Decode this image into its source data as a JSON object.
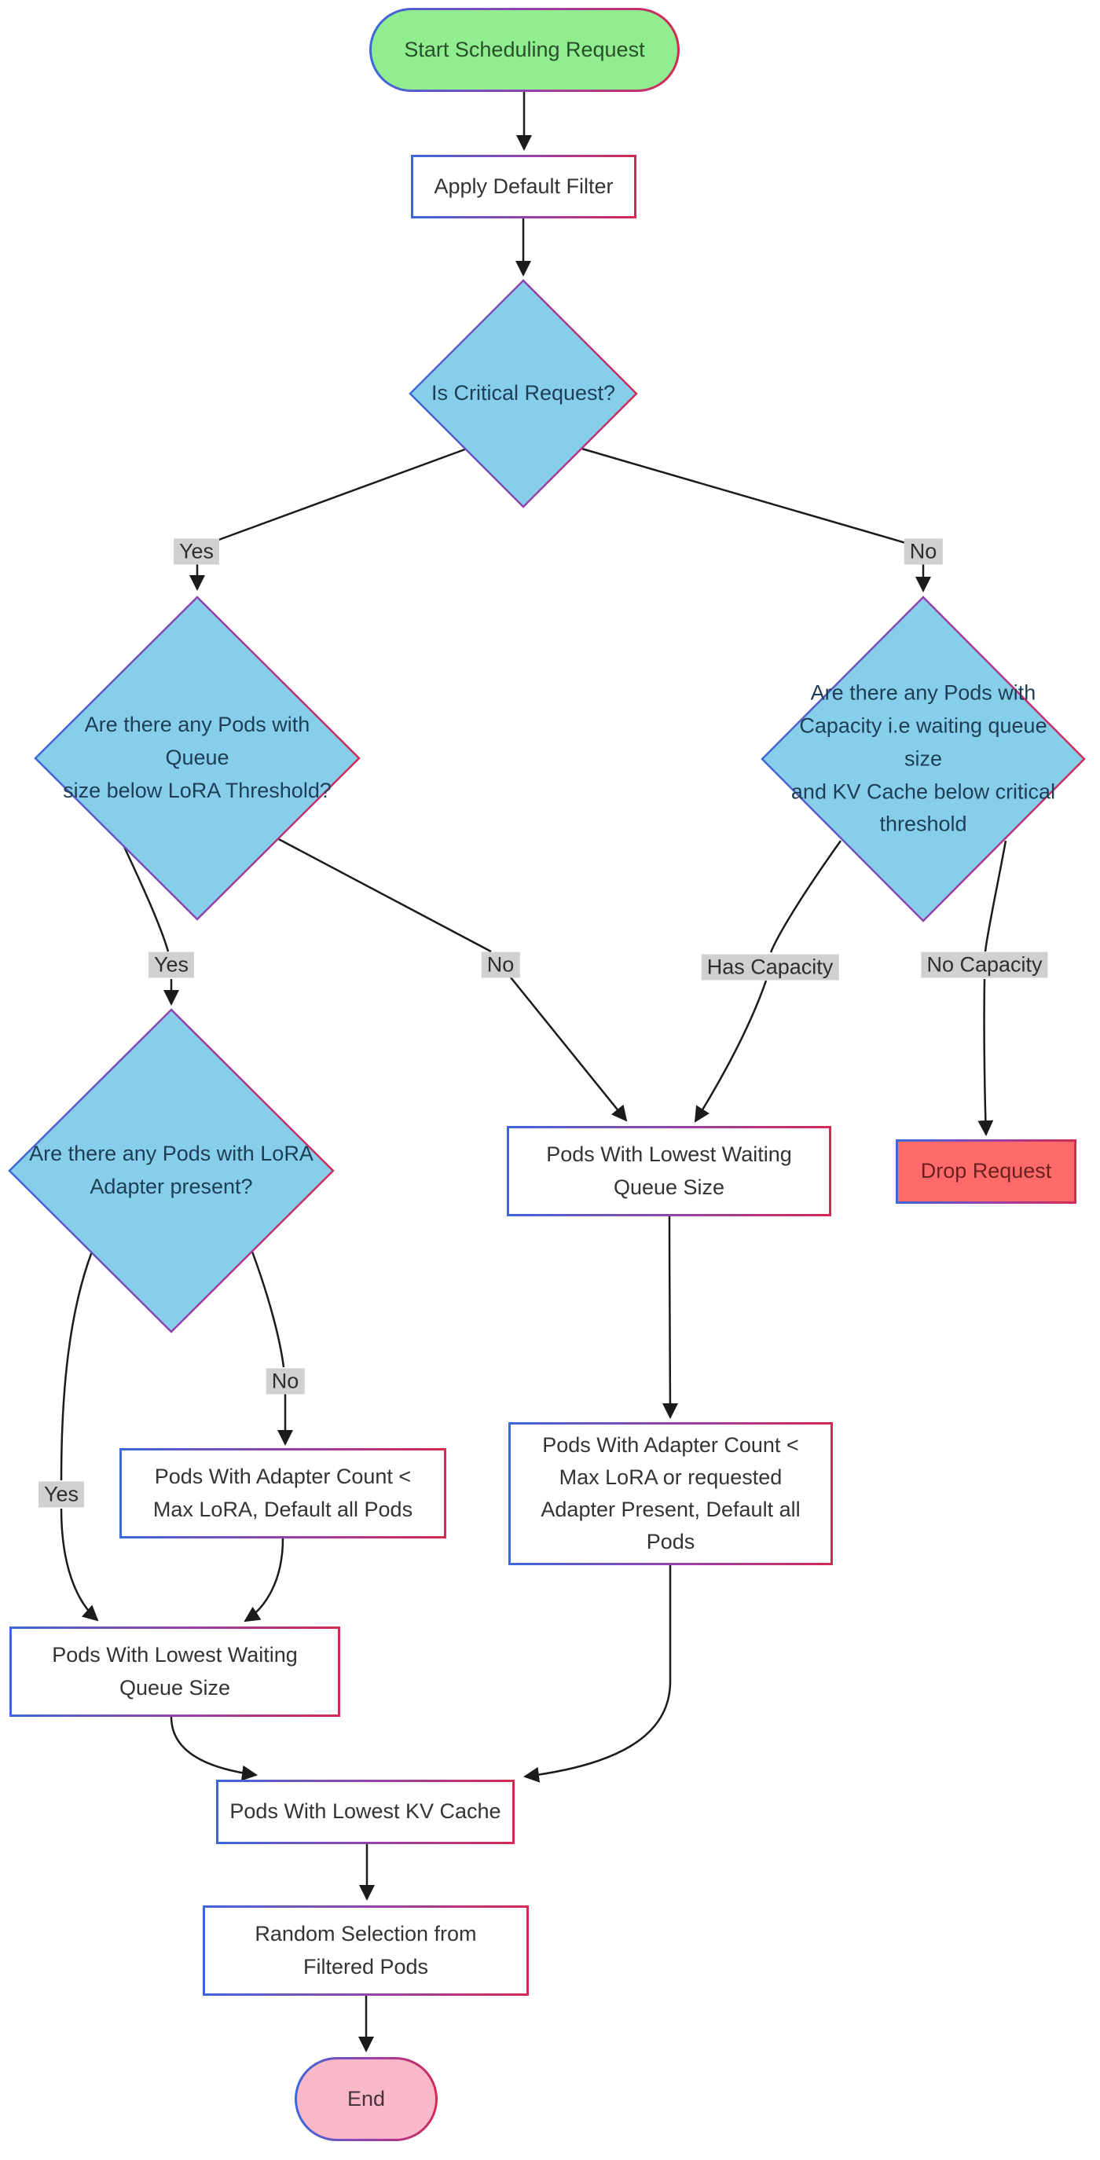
{
  "diagram": {
    "title_hint": "LoRA-aware request scheduling flowchart",
    "colors": {
      "background": "#ffffff",
      "decision_fill": "#87CEEB",
      "decision_text": "#1d3e55",
      "process_fill": "#ffffff",
      "process_text": "#333333",
      "start_fill": "#90EE90",
      "start_text": "#2a4e2a",
      "end_fill": "#F9B8C8",
      "drop_fill": "#FF6B6B",
      "drop_text": "#6b1f1f",
      "border_gradient_left": "#3B68DA",
      "border_gradient_mid": "#9A3FA8",
      "border_gradient_right": "#D22B52",
      "edge_stroke": "#1b1b1b",
      "edge_label_bg": "#D0D0D0"
    },
    "nodes": {
      "start": {
        "type": "start",
        "label": "Start Scheduling Request"
      },
      "apply_filter": {
        "type": "process",
        "label": "Apply Default Filter"
      },
      "is_critical": {
        "type": "decision",
        "label": "Is Critical Request?"
      },
      "queue_below_lora": {
        "type": "decision",
        "label": "Are there any Pods with Queue\nsize below LoRA Threshold?"
      },
      "pods_capacity": {
        "type": "decision",
        "label": "Are there any Pods with\nCapacity i.e  waiting queue size\nand KV Cache below critical\nthreshold"
      },
      "lora_adapter_present": {
        "type": "decision",
        "label": "Are there any Pods with LoRA\nAdapter present?"
      },
      "lowest_queue_center": {
        "type": "process",
        "label": "Pods With Lowest Waiting\nQueue Size"
      },
      "drop_request": {
        "type": "process",
        "label": "Drop Request"
      },
      "adapter_count": {
        "type": "process",
        "label": "Pods With Adapter Count <\nMax LoRA, Default all Pods"
      },
      "adapter_count_or_requested": {
        "type": "process",
        "label": "Pods With Adapter Count <\nMax LoRA or requested\nAdapter Present, Default all\nPods"
      },
      "lowest_queue_left": {
        "type": "process",
        "label": "Pods With Lowest Waiting\nQueue Size"
      },
      "lowest_kv_cache": {
        "type": "process",
        "label": "Pods With Lowest KV Cache"
      },
      "random_selection": {
        "type": "process",
        "label": "Random Selection from\nFiltered Pods"
      },
      "end": {
        "type": "end",
        "label": "End"
      }
    },
    "edge_labels": {
      "critical_yes": "Yes",
      "critical_no": "No",
      "queue_yes": "Yes",
      "queue_no": "No",
      "has_capacity": "Has Capacity",
      "no_capacity": "No Capacity",
      "adapter_yes": "Yes",
      "adapter_no": "No"
    }
  }
}
